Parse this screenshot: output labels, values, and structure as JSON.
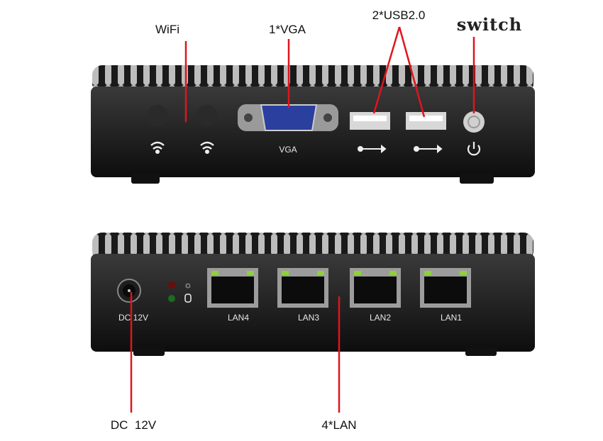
{
  "annotations": {
    "wifi": "WiFi",
    "vga": "1*VGA",
    "usb": "2*USB2.0",
    "switch": "switch",
    "dc": "DC  12V",
    "lan": "4*LAN"
  },
  "front_panel": {
    "vga_port_label": "VGA"
  },
  "rear_panel": {
    "dc_port_label": "DC 12V",
    "lan_ports": [
      "LAN4",
      "LAN3",
      "LAN2",
      "LAN1"
    ]
  },
  "colors": {
    "annotation_line": "#e0141e",
    "device_body": "#151515",
    "vga_blue": "#2b3f9e",
    "led_green": "#8fd13a"
  }
}
